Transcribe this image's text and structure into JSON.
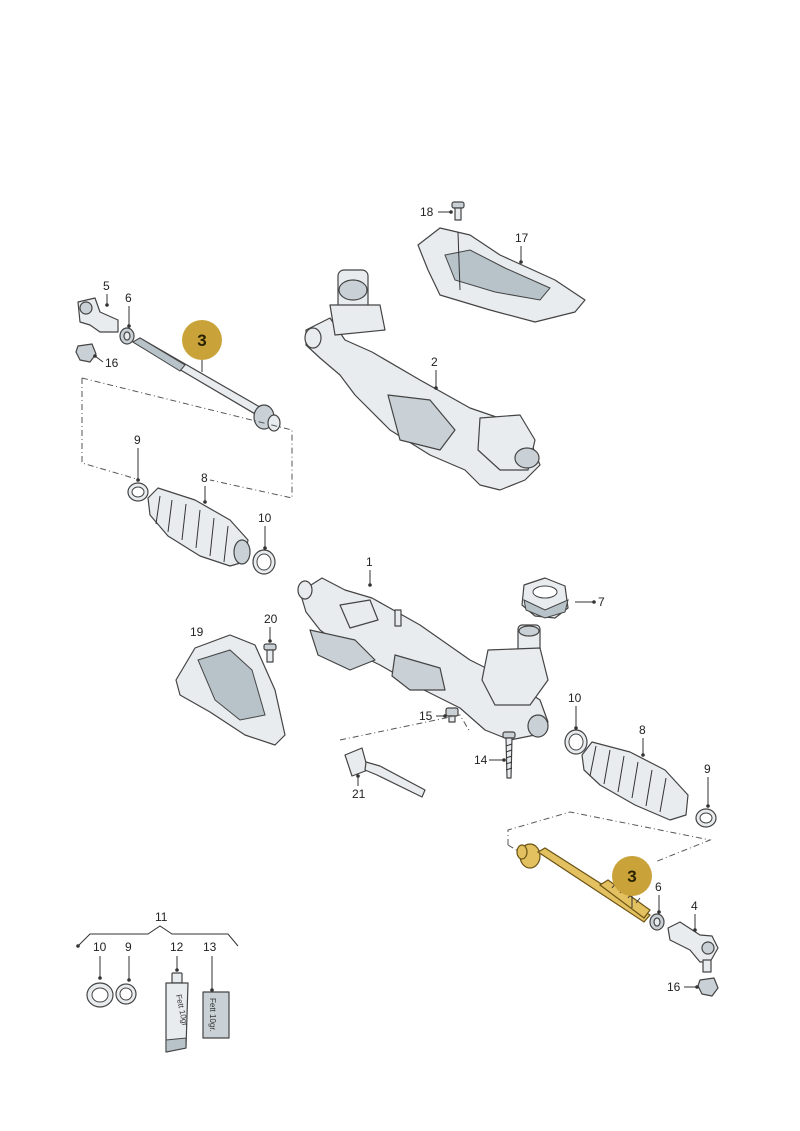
{
  "callouts": {
    "c1": "1",
    "c2": "2",
    "c3a": "3",
    "c3b": "3",
    "c4": "4",
    "c5": "5",
    "c6a": "6",
    "c6b": "6",
    "c7": "7",
    "c8a": "8",
    "c8b": "8",
    "c9a": "9",
    "c9b": "9",
    "c9c": "9",
    "c10a": "10",
    "c10b": "10",
    "c10c": "10",
    "c11": "11",
    "c12": "12",
    "c13": "13",
    "c14": "14",
    "c15": "15",
    "c16a": "16",
    "c16b": "16",
    "c17": "17",
    "c18": "18",
    "c19": "19",
    "c20": "20",
    "c21": "21"
  },
  "kit": {
    "tube_label": "Fett 10gr",
    "box_label": "Fett 10gr."
  },
  "colors": {
    "highlight_badge": "#c9a33a",
    "highlight_part": "#e4c160",
    "part_fill": "#e8ecef",
    "outline": "#444444"
  }
}
